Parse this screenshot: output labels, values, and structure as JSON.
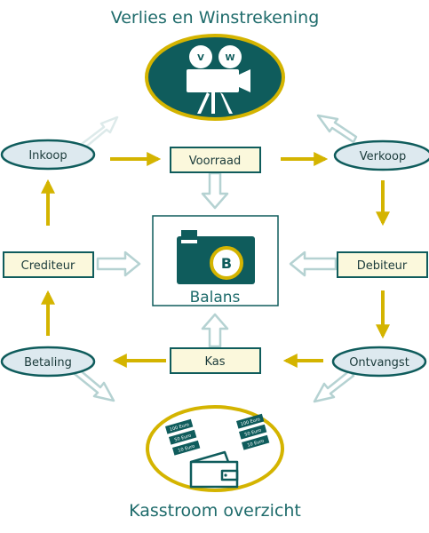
{
  "titles": {
    "top": "Verlies en Winstrekening",
    "bottom": "Kasstroom overzicht"
  },
  "camera": {
    "reel_left": "V",
    "reel_right": "W"
  },
  "balans": {
    "badge": "B",
    "label": "Balans"
  },
  "nodes": {
    "inkoop": "Inkoop",
    "voorraad": "Voorraad",
    "verkoop": "Verkoop",
    "crediteur": "Crediteur",
    "debiteur": "Debiteur",
    "betaling": "Betaling",
    "kas": "Kas",
    "ontvangst": "Ontvangst"
  },
  "banknotes": [
    "100 Euro",
    "50 Euro",
    "10 Euro"
  ],
  "colors": {
    "teal_dark": "#0f5c5c",
    "title_teal": "#1e6b6b",
    "gold_arrow": "#d4b400",
    "oval_fill": "#dde9ef",
    "box_fill": "#fbf8dc",
    "hollow_arrow": "#b5d2d2"
  }
}
